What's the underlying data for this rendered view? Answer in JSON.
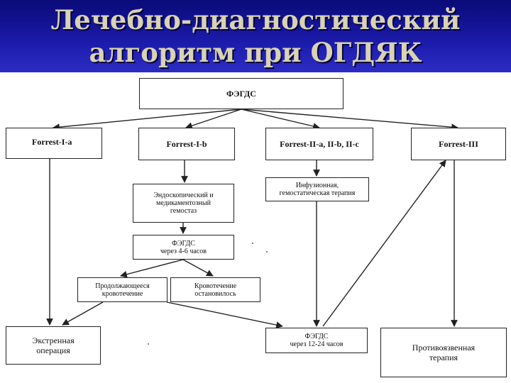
{
  "slide": {
    "title_line1": "Лечебно-диагностический",
    "title_line2": "алгоритм при ОГДЯК"
  },
  "diagram": {
    "fegds_top": "ФЭГДС",
    "forrest_1a": "Forrest-I-a",
    "forrest_1b": "Forrest-I-b",
    "forrest_2": "Forrest-II-a, II-b, II-c",
    "forrest_3": "Forrest-III",
    "endoscopic_hemostasis": "Эндоскопический и\nмедикаментозный\nгемостаз",
    "infusion_therapy": "Инфузионная,\nгемостатическая терапия",
    "fegds_4_6": "ФЭГДС\nчерез 4-6 часов",
    "continuing_bleeding": "Продолжающееся\nкровотечение",
    "bleeding_stopped": "Кровотечение\nостановилось",
    "emergency_surgery": "Экстренная\nоперация",
    "fegds_12_24": "ФЭГДС\nчерез 12-24 часов",
    "antiulcer_therapy": "Противоязвенная\nтерапия"
  },
  "colors": {
    "header_bg": "#1a1aa8",
    "title_text": "#d9d2b4",
    "line": "#222222"
  }
}
